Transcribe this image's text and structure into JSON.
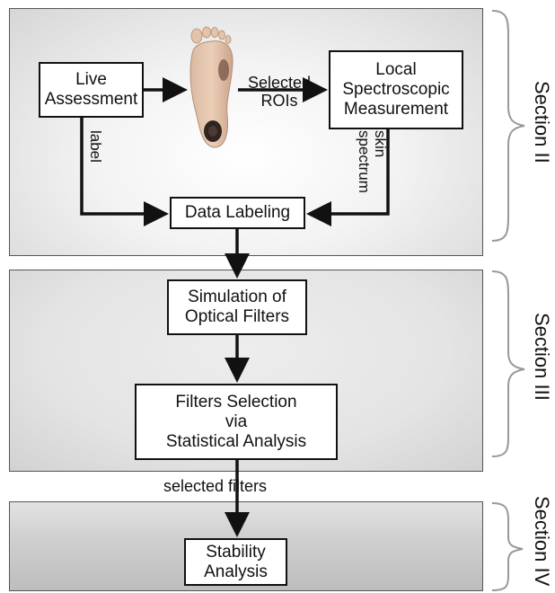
{
  "boxes": {
    "live_line1": "Live",
    "live_line2": "Assessment",
    "local_line1": "Local",
    "local_line2": "Spectroscopic",
    "local_line3": "Measurement",
    "labeling": "Data Labeling",
    "sim_line1": "Simulation of",
    "sim_line2": "Optical Filters",
    "filters_line1": "Filters Selection",
    "filters_line2": "via",
    "filters_line3": "Statistical Analysis",
    "stab_line1": "Stability",
    "stab_line2": "Analysis"
  },
  "edge_labels": {
    "selected_rois_line1": "Selected",
    "selected_rois_line2": "ROIs",
    "label": "label",
    "skin_line1": "skin",
    "skin_line2": "spectrum",
    "selected_filters": "selected filters"
  },
  "sections": {
    "section2": "Section II",
    "section3": "Section III",
    "section4": "Section IV"
  }
}
